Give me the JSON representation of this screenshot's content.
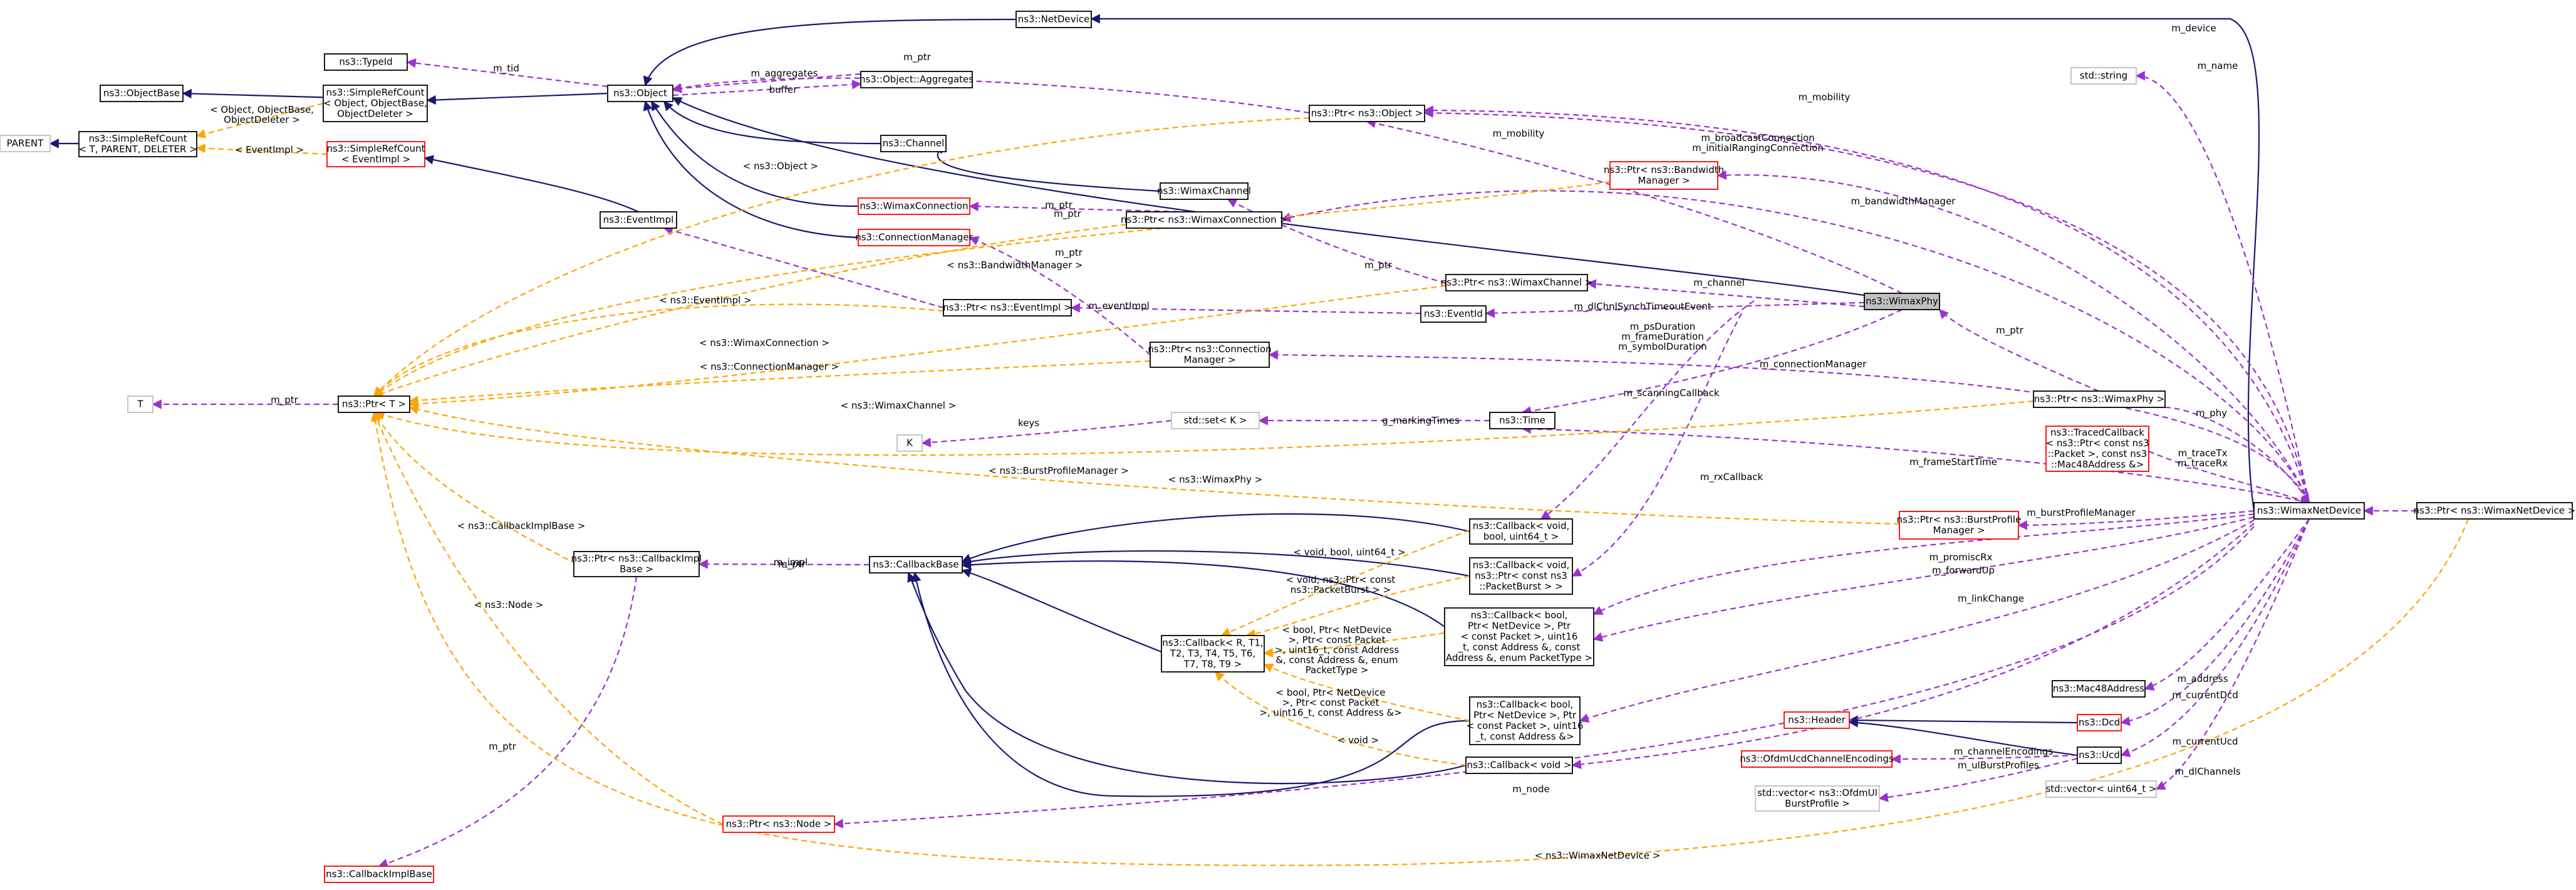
{
  "diagram": {
    "nodes": [
      {
        "id": "NetDevice",
        "lines": [
          "ns3::NetDevice"
        ],
        "style": "normal"
      },
      {
        "id": "TypeId",
        "lines": [
          "ns3::TypeId"
        ],
        "style": "normal"
      },
      {
        "id": "ObjectBase",
        "lines": [
          "ns3::ObjectBase"
        ],
        "style": "normal"
      },
      {
        "id": "SRC_Obj",
        "lines": [
          "ns3::SimpleRefCount",
          "< Object, ObjectBase,",
          "ObjectDeleter >"
        ],
        "style": "normal"
      },
      {
        "id": "Object",
        "lines": [
          "ns3::Object"
        ],
        "style": "normal"
      },
      {
        "id": "Aggregates",
        "lines": [
          "ns3::Object::Aggregates"
        ],
        "style": "normal"
      },
      {
        "id": "PARENT",
        "lines": [
          "PARENT"
        ],
        "style": "grey"
      },
      {
        "id": "SRC_T",
        "lines": [
          "ns3::SimpleRefCount",
          "< T, PARENT, DELETER >"
        ],
        "style": "normal"
      },
      {
        "id": "SRC_EI",
        "lines": [
          "ns3::SimpleRefCount",
          "< EventImpl >"
        ],
        "style": "red"
      },
      {
        "id": "EventImpl",
        "lines": [
          "ns3::EventImpl"
        ],
        "style": "normal"
      },
      {
        "id": "Channel",
        "lines": [
          "ns3::Channel"
        ],
        "style": "normal"
      },
      {
        "id": "WimaxConnection",
        "lines": [
          "ns3::WimaxConnection"
        ],
        "style": "red"
      },
      {
        "id": "ConnectionManager",
        "lines": [
          "ns3::ConnectionManager"
        ],
        "style": "red"
      },
      {
        "id": "PtrObject",
        "lines": [
          "ns3::Ptr< ns3::Object >"
        ],
        "style": "normal"
      },
      {
        "id": "WimaxChannel",
        "lines": [
          "ns3::WimaxChannel"
        ],
        "style": "normal"
      },
      {
        "id": "PtrWimaxConn",
        "lines": [
          "ns3::Ptr< ns3::WimaxConnection >"
        ],
        "style": "normal"
      },
      {
        "id": "PtrBwMgr",
        "lines": [
          "ns3::Ptr< ns3::Bandwidth",
          "Manager >"
        ],
        "style": "red"
      },
      {
        "id": "PtrEventImpl",
        "lines": [
          "ns3::Ptr< ns3::EventImpl >"
        ],
        "style": "normal"
      },
      {
        "id": "PtrWimaxChannel",
        "lines": [
          "ns3::Ptr< ns3::WimaxChannel >"
        ],
        "style": "normal"
      },
      {
        "id": "WimaxPhy",
        "lines": [
          "ns3::WimaxPhy"
        ],
        "style": "focus"
      },
      {
        "id": "EventId",
        "lines": [
          "ns3::EventId"
        ],
        "style": "normal"
      },
      {
        "id": "PtrConnMgr",
        "lines": [
          "ns3::Ptr< ns3::Connection",
          "Manager >"
        ],
        "style": "normal"
      },
      {
        "id": "T",
        "lines": [
          "T"
        ],
        "style": "grey"
      },
      {
        "id": "PtrT",
        "lines": [
          "ns3::Ptr< T >"
        ],
        "style": "normal"
      },
      {
        "id": "K",
        "lines": [
          "K"
        ],
        "style": "grey"
      },
      {
        "id": "SetK",
        "lines": [
          "std::set< K >"
        ],
        "style": "grey"
      },
      {
        "id": "Time",
        "lines": [
          "ns3::Time"
        ],
        "style": "normal"
      },
      {
        "id": "StdString",
        "lines": [
          "std::string"
        ],
        "style": "grey"
      },
      {
        "id": "PtrWimaxPhy",
        "lines": [
          "ns3::Ptr< ns3::WimaxPhy >"
        ],
        "style": "normal"
      },
      {
        "id": "TracedCallback",
        "lines": [
          "ns3::TracedCallback",
          "< ns3::Ptr< const ns3",
          "::Packet >, const ns3",
          "::Mac48Address &>"
        ],
        "style": "red"
      },
      {
        "id": "PtrBurstProfile",
        "lines": [
          "ns3::Ptr< ns3::BurstProfile",
          "Manager >"
        ],
        "style": "red"
      },
      {
        "id": "WimaxNetDevice",
        "lines": [
          "ns3::WimaxNetDevice"
        ],
        "style": "normal"
      },
      {
        "id": "PtrWimaxNetDevice",
        "lines": [
          "ns3::Ptr< ns3::WimaxNetDevice >"
        ],
        "style": "normal"
      },
      {
        "id": "CbVoidBool",
        "lines": [
          "ns3::Callback< void,",
          "bool, uint64_t >"
        ],
        "style": "normal"
      },
      {
        "id": "CbVoidPkt",
        "lines": [
          "ns3::Callback< void,",
          "ns3::Ptr< const ns3",
          "::PacketBurst > >"
        ],
        "style": "normal"
      },
      {
        "id": "PtrCbImpl",
        "lines": [
          "ns3::Ptr< ns3::CallbackImpl",
          "Base >"
        ],
        "style": "normal"
      },
      {
        "id": "CallbackBase",
        "lines": [
          "ns3::CallbackBase"
        ],
        "style": "normal"
      },
      {
        "id": "CbGeneric",
        "lines": [
          "ns3::Callback< R, T1,",
          "T2, T3, T4, T5, T6,",
          "T7, T8, T9 >"
        ],
        "style": "normal"
      },
      {
        "id": "CbBool1",
        "lines": [
          "ns3::Callback< bool,",
          "Ptr< NetDevice >, Ptr",
          "< const Packet >, uint16",
          "_t, const Address &, const",
          "Address &, enum PacketType >"
        ],
        "style": "normal"
      },
      {
        "id": "CbBool2",
        "lines": [
          "ns3::Callback< bool,",
          "Ptr< NetDevice >, Ptr",
          "< const Packet >, uint16",
          "_t, const Address &>"
        ],
        "style": "normal"
      },
      {
        "id": "CbVoid",
        "lines": [
          "ns3::Callback< void >"
        ],
        "style": "normal"
      },
      {
        "id": "Mac48Address",
        "lines": [
          "ns3::Mac48Address"
        ],
        "style": "normal"
      },
      {
        "id": "Header",
        "lines": [
          "ns3::Header"
        ],
        "style": "red"
      },
      {
        "id": "Dcd",
        "lines": [
          "ns3::Dcd"
        ],
        "style": "red"
      },
      {
        "id": "OfdmEnc",
        "lines": [
          "ns3::OfdmUcdChannelEncodings"
        ],
        "style": "red"
      },
      {
        "id": "Ucd",
        "lines": [
          "ns3::Ucd"
        ],
        "style": "normal"
      },
      {
        "id": "VecOfdm",
        "lines": [
          "std::vector< ns3::OfdmUl",
          "BurstProfile >"
        ],
        "style": "grey"
      },
      {
        "id": "VecUint",
        "lines": [
          "std::vector< uint64_t >"
        ],
        "style": "grey"
      },
      {
        "id": "PtrNode",
        "lines": [
          "ns3::Ptr< ns3::Node >"
        ],
        "style": "red"
      },
      {
        "id": "CallbackImplBase",
        "lines": [
          "ns3::CallbackImplBase"
        ],
        "style": "red"
      }
    ],
    "edge_labels": [
      "m_device",
      "m_name",
      "m_mobility",
      "m_ptr",
      "m_tid",
      "m_aggregates",
      "buffer",
      "< Object, ObjectBase,\nObjectDeleter >",
      "< EventImpl >",
      "m_mobility",
      "m_broadcastConnection\nm_initialRangingConnection",
      "< ns3::Object >",
      "m_ptr",
      "m_bandwidthManager",
      "m_ptr",
      "< ns3::BandwidthManager >",
      "m_ptr",
      "m_ptr",
      "m_channel",
      "< ns3::EventImpl >",
      "m_eventImpl",
      "m_dlChnlSynchTimeoutEvent",
      "m_psDuration\nm_frameDuration\nm_symbolDuration",
      "< ns3::WimaxConnection >",
      "m_connectionManager",
      "< ns3::ConnectionManager >",
      "m_ptr",
      "m_scanningCallback",
      "< ns3::WimaxChannel >",
      "m_ptr",
      "keys",
      "g_markingTimes",
      "m_phy",
      "< ns3::BurstProfileManager >",
      "< ns3::WimaxPhy >",
      "m_traceTx\nm_traceRx",
      "m_rxCallback",
      "m_frameStartTime",
      "m_burstProfileManager",
      "< ns3::CallbackImplBase >",
      "m_ptr",
      "m_promiscRx",
      "m_forwardUp",
      "< void, bool, uint64_t >",
      "m_impl",
      "m_linkChange",
      "< void, ns3::Ptr< const\nns3::PacketBurst > >",
      "< ns3::Node >",
      "< bool, Ptr< NetDevice\n>, Ptr< const Packet\n>, uint16_t, const Address\n&, const Address &, enum\nPacketType >",
      "m_address",
      "m_currentDcd",
      "< bool, Ptr< NetDevice\n>, Ptr< const Packet\n>, uint16_t, const Address &>",
      "< void >",
      "m_ptr",
      "m_currentUcd",
      "m_channelEncodings",
      "m_ulBurstProfiles",
      "m_node",
      "m_dlChannels",
      "< ns3::WimaxNetDevice >"
    ]
  }
}
